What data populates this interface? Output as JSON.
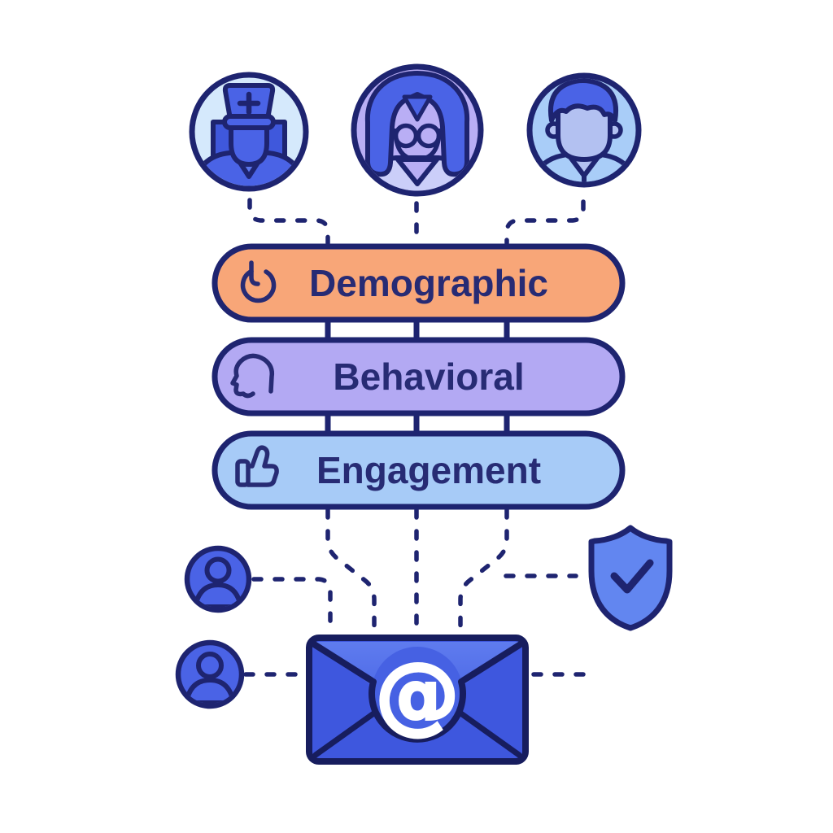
{
  "pills": [
    {
      "label": "Demographic",
      "fill": "#F8A678",
      "icon": "power-icon"
    },
    {
      "label": "Behavioral",
      "fill": "#B3A9F3",
      "icon": "head-profile-icon"
    },
    {
      "label": "Engagement",
      "fill": "#A7CBF7",
      "icon": "thumbs-up-icon"
    }
  ],
  "personas": [
    {
      "name": "nurse",
      "bg": "#D5E9FC"
    },
    {
      "name": "woman-glasses",
      "bg": "#B9AEF5"
    },
    {
      "name": "man",
      "bg": "#A9CDF8"
    }
  ],
  "envelope": {
    "at_symbol": "@",
    "fill": "#3E57DE"
  },
  "shield": {
    "fill": "#6286F0"
  },
  "colors": {
    "outline": "#1E2470",
    "label_text": "#272B74",
    "figure_blue": "#4A63E6",
    "envelope_dark": "#171D5E",
    "user_icon_blue": "#4A63E6"
  }
}
